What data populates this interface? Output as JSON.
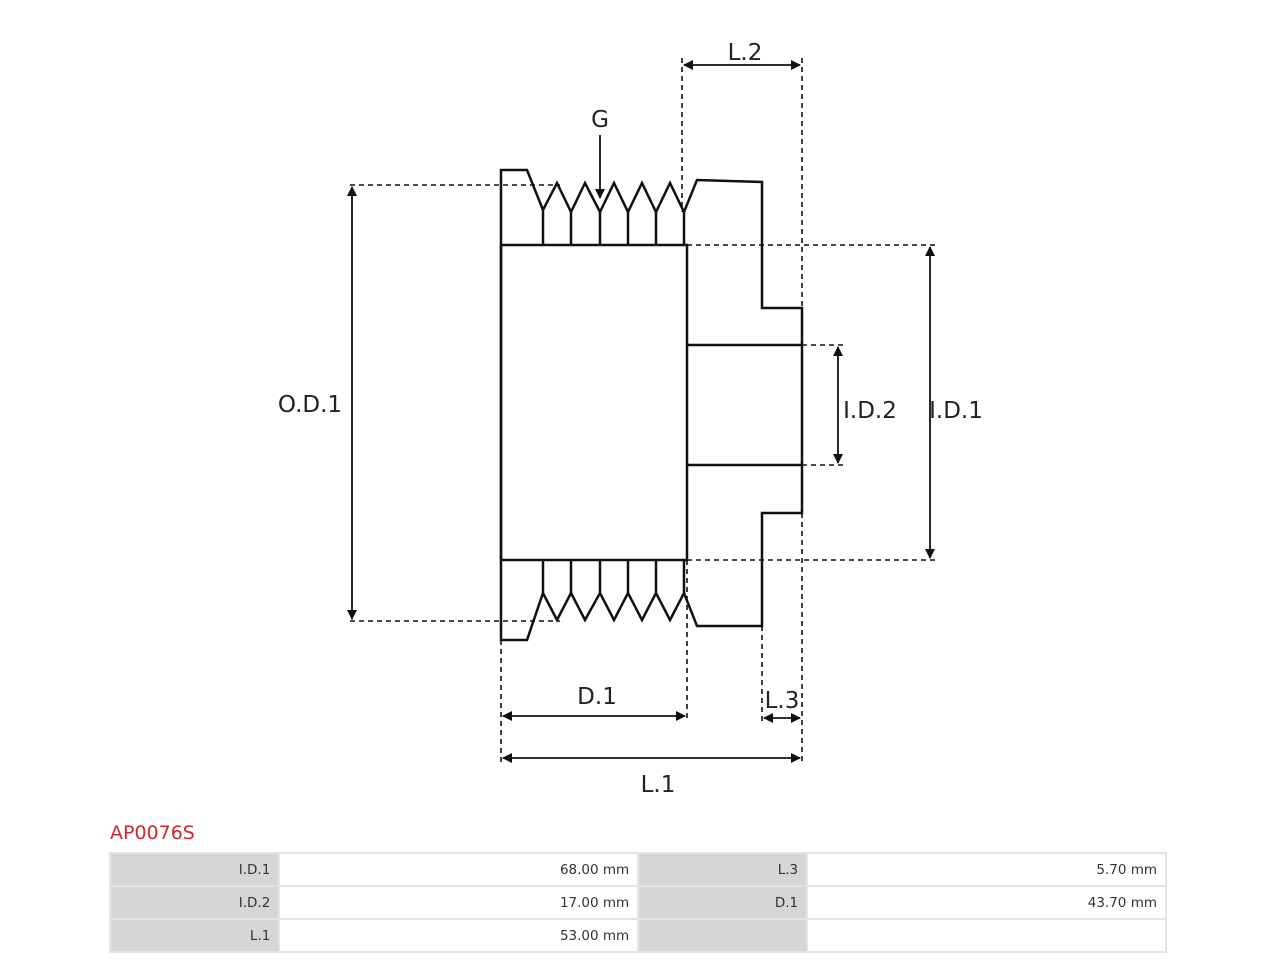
{
  "diagram": {
    "labels": {
      "l2": "L.2",
      "g": "G",
      "od1": "O.D.1",
      "id2": "I.D.2",
      "id1": "I.D.1",
      "d1": "D.1",
      "l3": "L.3",
      "l1": "L.1"
    }
  },
  "part": {
    "title": "AP0076S"
  },
  "specs": {
    "rows": [
      {
        "label_a": "I.D.1",
        "value_a": "68.00 mm",
        "label_b": "L.3",
        "value_b": "5.70 mm"
      },
      {
        "label_a": "I.D.2",
        "value_a": "17.00 mm",
        "label_b": "D.1",
        "value_b": "43.70 mm"
      },
      {
        "label_a": "L.1",
        "value_a": "53.00 mm",
        "label_b": "",
        "value_b": ""
      }
    ]
  }
}
